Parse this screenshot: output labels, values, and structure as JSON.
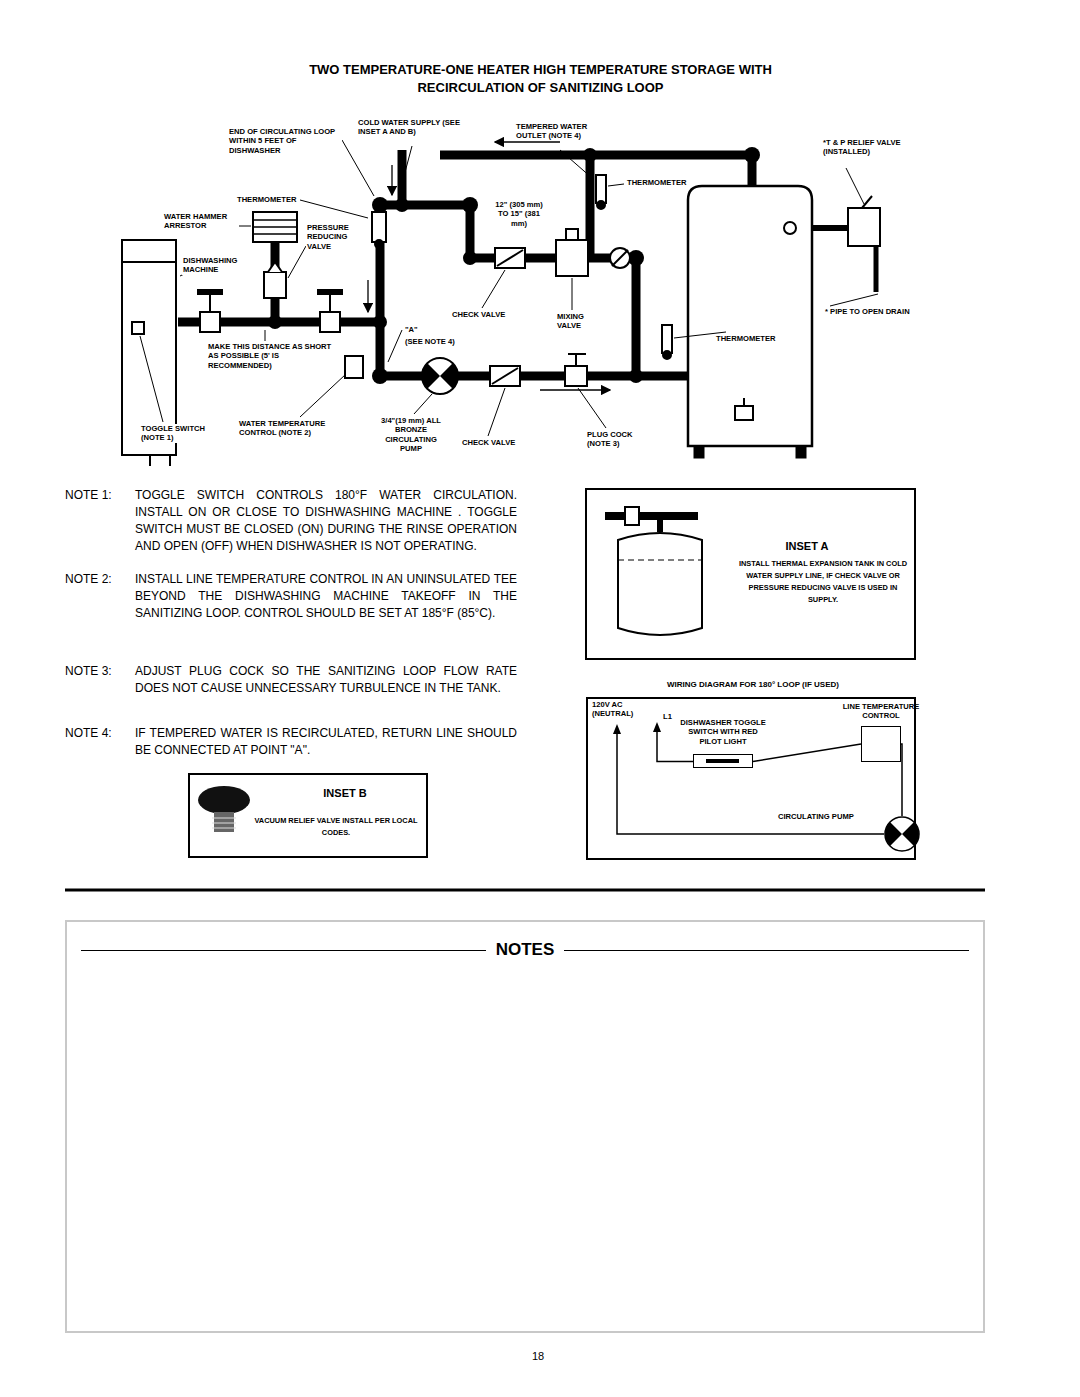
{
  "diagram": {
    "title": "TWO TEMPERATURE-ONE HEATER HIGH TEMPERATURE STORAGE WITH RECIRCULATION OF SANITIZING LOOP",
    "nodes": [
      {
        "text": [
          "INSET A",
          "INSTALL THERMAL EXPANSION TANK IN COLD WATER SUPPLY LINE, IF CHECK VALVE OR PRESSURE REDUCING VALVE IS USED IN SUPPLY."
        ]
      },
      {
        "text": [
          "INSET B",
          "VACUUM RELIEF VALVE INSTALL PER LOCAL CODES."
        ]
      },
      {
        "text": [
          "WIRING DIAGRAM FOR 180° LOOP (IF USED)"
        ]
      },
      {
        "text": [
          "LINE TEMPERATURE CONTROL"
        ],
        "in": 2
      },
      {
        "text": [
          "DISHWASHER TOGGLE SWITCH WITH RED PILOT LIGHT"
        ],
        "in": 2
      },
      {
        "text": [
          "CIRCULATING PUMP"
        ],
        "in": 2
      },
      {
        "text": [
          "NOTES"
        ]
      }
    ],
    "edges": [
      {
        "from": 4,
        "to": 3,
        "arrow": "none"
      },
      {
        "from": 3,
        "to": 5,
        "arrow": "none"
      }
    ],
    "labels": [
      "END OF CIRCULATING LOOP WITHIN 5 FEET OF DISHWASHER",
      "COLD WATER SUPPLY (SEE INSET A AND B)",
      "TEMPERED WATER OUTLET (NOTE 4)",
      "*T & P RELIEF VALVE (INSTALLED)",
      "THERMOMETER",
      "THERMOMETER",
      "12\" (305 mm) TO 15\" (381 mm)",
      "WATER HAMMER ARRESTOR",
      "PRESSURE REDUCING VALVE",
      "DISHWASHING MACHINE",
      "* PIPE TO OPEN DRAIN",
      "CHECK VALVE",
      "MIXING VALVE",
      "\"A\"",
      "(SEE NOTE 4)",
      "THERMOMETER",
      "MAKE THIS DISTANCE AS SHORT AS POSSIBLE (5' IS RECOMMENDED)",
      "TOGGLE SWITCH (NOTE 1)",
      "WATER TEMPERATURE CONTROL (NOTE 2)",
      "3/4\"(19 mm) ALL BRONZE CIRCULATING PUMP",
      "CHECK VALVE",
      "PLUG COCK (NOTE 3)",
      "NOTE 1:",
      "TOGGLE SWITCH CONTROLS 180°F WATER CIRCULATION. INSTALL ON OR CLOSE TO DISHWASHING MACHINE . TOGGLE SWITCH MUST BE CLOSED (ON) DURING THE RINSE OPERATION AND OPEN (OFF) WHEN DISHWASHER IS NOT OPERATING.",
      "NOTE 2:",
      "INSTALL LINE TEMPERATURE CONTROL IN AN UNINSULATED TEE BEYOND THE DISHWASHING MACHINE TAKEOFF IN THE SANITIZING LOOP. CONTROL SHOULD BE SET AT 185°F (85°C).",
      "NOTE 3:",
      "ADJUST PLUG COCK SO THE SANITIZING LOOP FLOW RATE DOES NOT CAUSE UNNECESSARY TURBULENCE IN THE TANK.",
      "NOTE 4:",
      "IF TEMPERED WATER IS RECIRCULATED, RETURN LINE SHOULD BE CONNECTED AT POINT \"A\".",
      "120V AC (NEUTRAL)",
      "L1",
      "18"
    ]
  }
}
